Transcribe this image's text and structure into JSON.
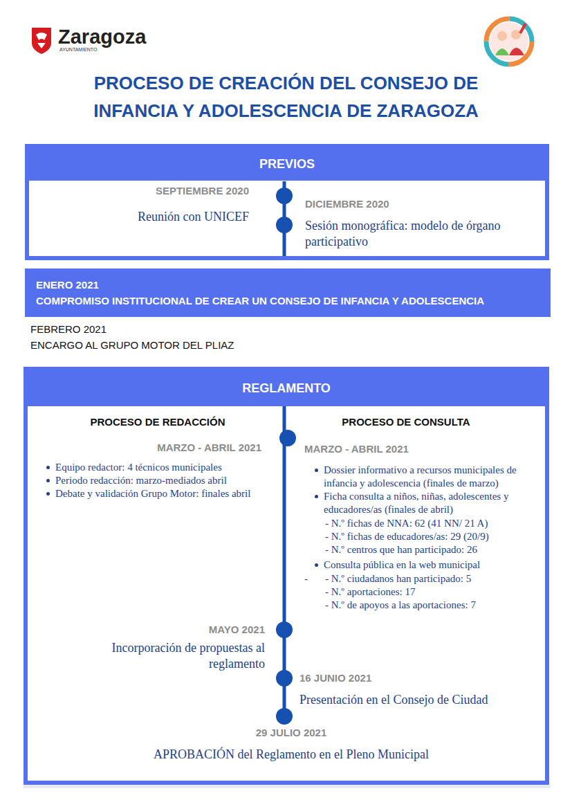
{
  "diagram": {
    "title": "PROCESO DE CREACIÓN DEL CONSEJO DE INFANCIA Y ADOLESCENCIA DE ZARAGOZA",
    "nodes": [
      {
        "text": [
          "PREVIOS"
        ]
      },
      {
        "text": [
          "ENERO 2021",
          "COMPROMISO INSTITUCIONAL DE CREAR UN CONSEJO DE INFANCIA Y ADOLESCENCIA"
        ]
      },
      {
        "text": [
          "REGLAMENTO"
        ]
      }
    ],
    "labels": [
      "Zaragoza",
      "AYUNTAMIENTO",
      "SEPTIEMBRE 2020",
      "Reunión con UNICEF",
      "DICIEMBRE 2020",
      "Sesión monográfica: modelo de órgano participativo",
      "FEBRERO 2021",
      "ENCARGO AL GRUPO MOTOR DEL PLIAZ",
      "PROCESO DE REDACCIÓN",
      "PROCESO DE CONSULTA",
      "MARZO - ABRIL 2021",
      "Equipo redactor: 4 técnicos municipales",
      "Periodo redacción: marzo-mediados abril",
      "Debate y validación Grupo Motor: finales abril",
      "MARZO - ABRIL 2021",
      "Dossier informativo a recursos municipales de infancia y adolescencia (finales de marzo)",
      "Ficha consulta a niños, niñas, adolescentes y educadores/as (finales de abril)",
      "- N.º fichas de NNA: 62 (41 NN/ 21 A)",
      "- N.º fichas de educadores/as: 29 (20/9)",
      "- N.º centros que han participado: 26",
      "Consulta pública en la web municipal",
      "-",
      "- N.º ciudadanos han participado: 5",
      "- N.º aportaciones: 17",
      "- N.º de apoyos a las aportaciones: 7",
      "MAYO 2021",
      "Incorporación de propuestas al reglamento",
      "16 JUNIO 2021",
      "Presentación en el Consejo de Ciudad",
      "29 JULIO 2021",
      "APROBACIÓN del Reglamento en el Pleno Municipal"
    ]
  }
}
